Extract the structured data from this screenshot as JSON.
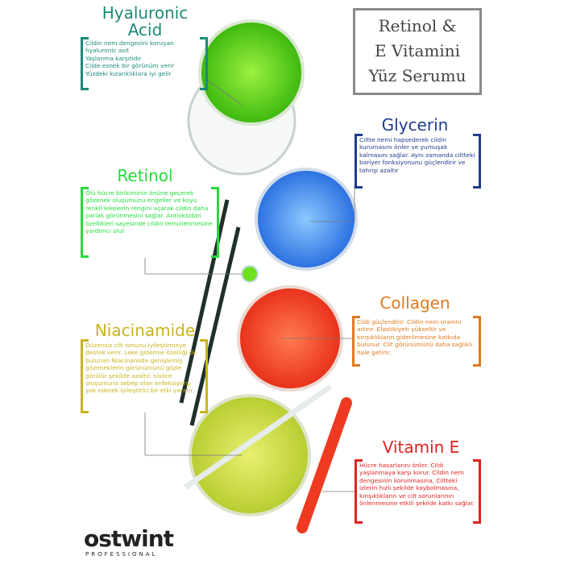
{
  "hero_title": [
    "Retinol &",
    "E Vitamini",
    "Yüz Serumu"
  ],
  "ingredients": {
    "hyaluronic": {
      "title": [
        "Hyaluronic",
        "Acid"
      ],
      "color": "#1a8a78",
      "lines": [
        "Cildin nem dengesini koruyan",
        "hyaluronic asit",
        "Yaşlanma karşıtıdır",
        "Cilde esnek bir görünüm verir",
        "Yüzdeki kızarıklıklara iyi gelir"
      ]
    },
    "glycerin": {
      "title": "Glycerin",
      "color": "#1f3b8c",
      "text": "Ciltte nemi hapsederek cildin kurumasını önler ve yumuşak kalmasını sağlar. Aynı zamanda ciltteki bariyer fonksiyonunu güçlendirir ve tahrişi azaltır"
    },
    "retinol": {
      "title": "Retinol",
      "color": "#22dd3a",
      "text": "Ölü hücre birikiminin önüne geçerek gözenek oluşumunu engeller ve koyu renkli lekelerin rengini açarak cildin daha parlak görünmesini sağlar. Antioksidan özellikleri sayesinde cildin temizlenmesine yardımcı olur"
    },
    "collagen": {
      "title": "Collagen",
      "color": "#e07a1e",
      "text": "Cildi güçlendirir. Cildin nem oranını artırır. Elastikiyeti yükseltir ve kırışıklıkların giderilmesine katkıda bulunur. Cilt görünümünü daha sağlıklı hale getirir."
    },
    "niacinamide": {
      "title": "Niacinamide",
      "color": "#c8b41e",
      "text": "Düzensiz cilt tonunu iyileştirmeye destek verir. Leke giderme özelliği de bulunan Niacinamide genişlemiş gözeneklerin görünümünü gözle görülür şekilde azaltır. sivilce oluşumuna sebep olan enfeksiyonu yok ederek iyileştirici bir etki yaratır."
    },
    "vitamin_e": {
      "title": "Vitamin E",
      "color": "#e0221e",
      "text": "Hücre hasarlarını önler. Cildi yaşlanmaya karşı korur. Cildin nem dengesinin korunmasına, Ciltteki izlerin hızlı şekilde kaybolmasına, kırışıklıkların ve cilt sorunlarının önlenmesine etkili şekilde katkı sağlar."
    }
  },
  "logo": {
    "name": "ostwint",
    "sub": "PROFESSIONAL"
  }
}
